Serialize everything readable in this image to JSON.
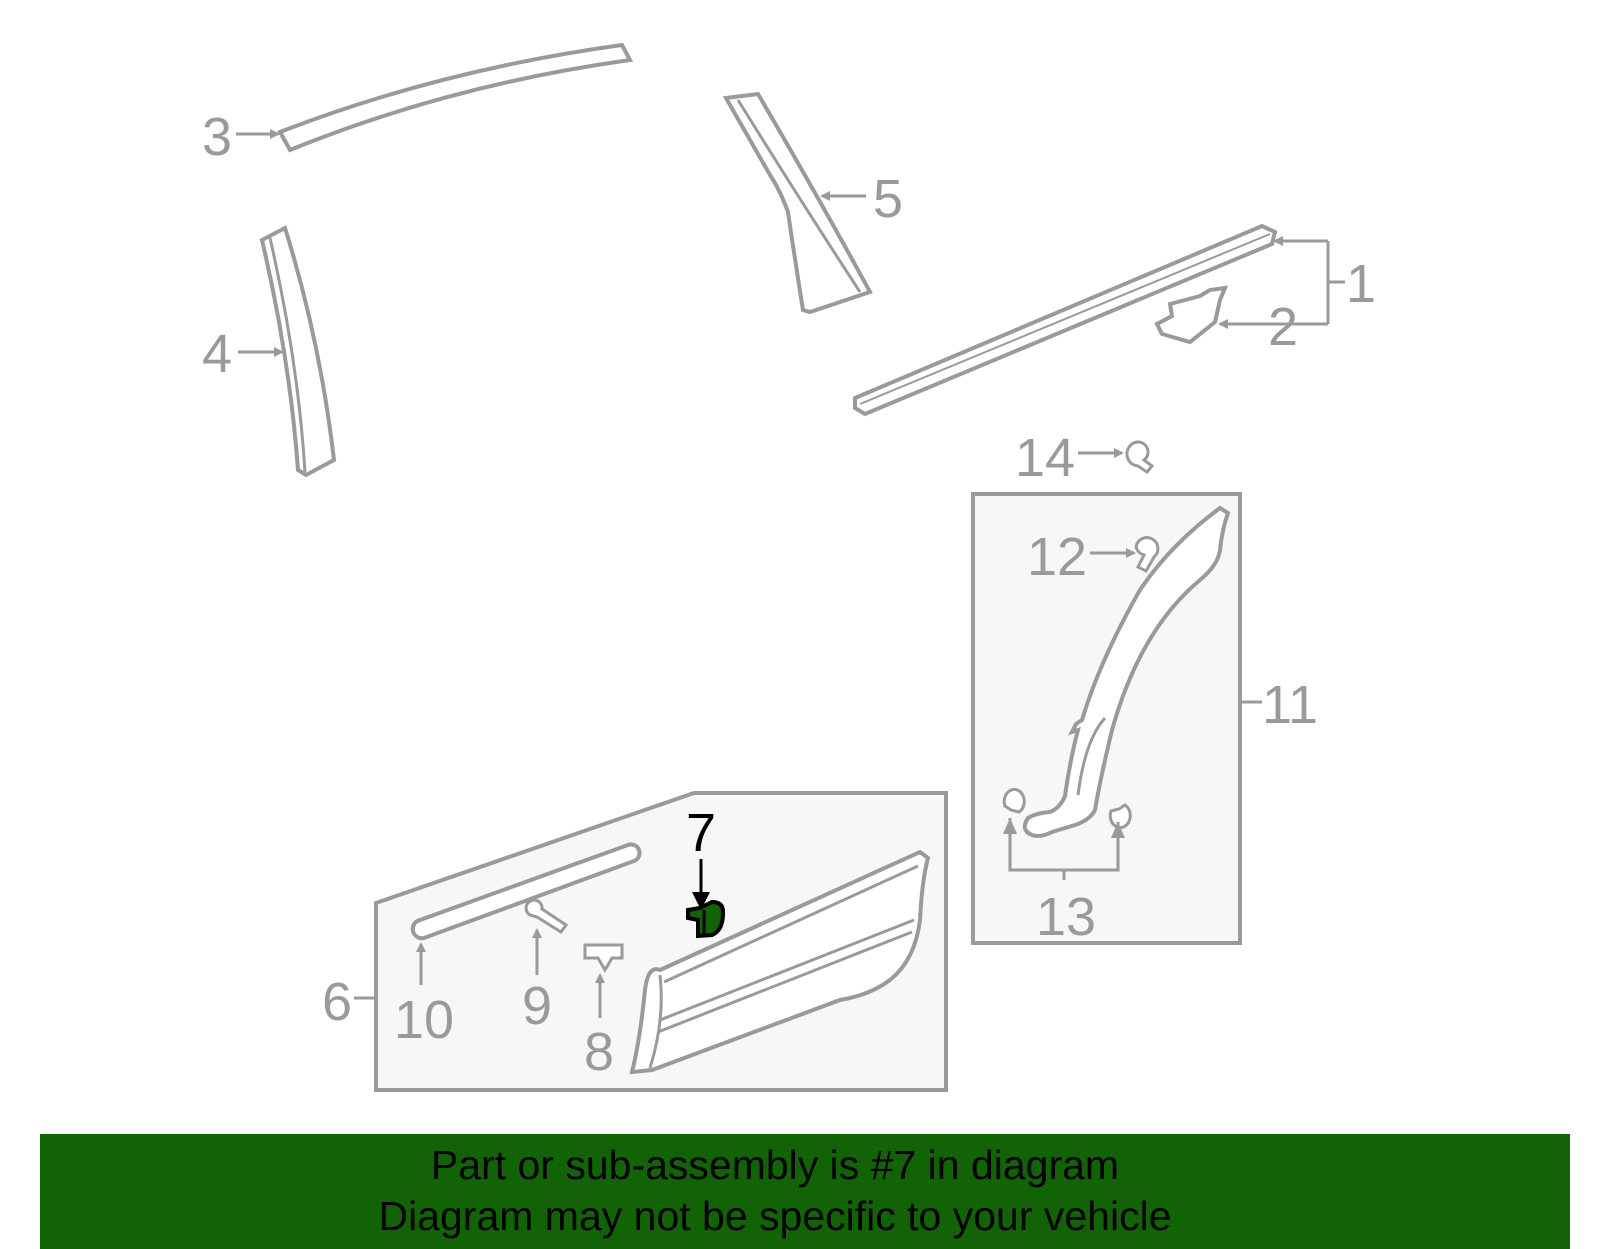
{
  "diagram": {
    "highlighted_part": "7",
    "highlight_color": "#126306",
    "line_color": "#9a9a9a",
    "box_fill": "#f7f7f7",
    "callouts": [
      {
        "id": "1",
        "label": "1"
      },
      {
        "id": "2",
        "label": "2"
      },
      {
        "id": "3",
        "label": "3"
      },
      {
        "id": "4",
        "label": "4"
      },
      {
        "id": "5",
        "label": "5"
      },
      {
        "id": "6",
        "label": "6"
      },
      {
        "id": "7",
        "label": "7"
      },
      {
        "id": "8",
        "label": "8"
      },
      {
        "id": "9",
        "label": "9"
      },
      {
        "id": "10",
        "label": "10"
      },
      {
        "id": "11",
        "label": "11"
      },
      {
        "id": "12",
        "label": "12"
      },
      {
        "id": "13",
        "label": "13"
      },
      {
        "id": "14",
        "label": "14"
      }
    ]
  },
  "banner": {
    "line1": "Part or sub-assembly is #7 in diagram",
    "line2": "Diagram may not be specific to your vehicle",
    "color": "#126306"
  }
}
